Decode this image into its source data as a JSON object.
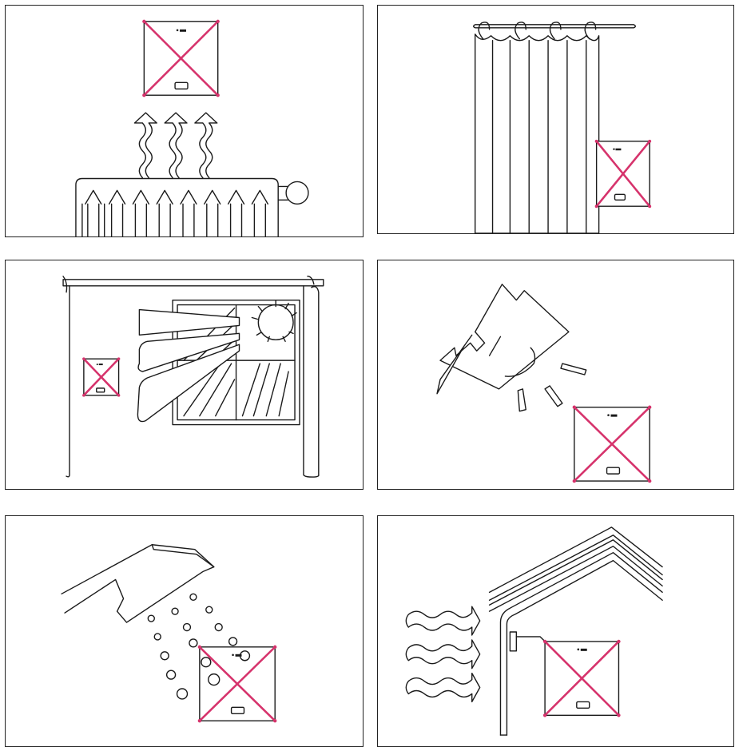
{
  "colors": {
    "accent": "#d6336c",
    "line": "#1a1a1a",
    "background": "#ffffff"
  },
  "panels": [
    {
      "id": "radiator",
      "icons": [
        "radiator-icon",
        "heat-wave-arrow-icon",
        "thermostat-icon",
        "crossed-out-icon"
      ]
    },
    {
      "id": "curtain",
      "icons": [
        "curtain-icon",
        "thermostat-icon",
        "crossed-out-icon"
      ]
    },
    {
      "id": "sunlight-window",
      "icons": [
        "curtain-icon",
        "window-icon",
        "sun-icon",
        "thermostat-icon",
        "crossed-out-icon"
      ]
    },
    {
      "id": "lamp",
      "icons": [
        "lamp-icon",
        "thermostat-icon",
        "crossed-out-icon"
      ]
    },
    {
      "id": "water-spray",
      "icons": [
        "shower-head-icon",
        "water-drops-icon",
        "thermostat-icon",
        "crossed-out-icon"
      ]
    },
    {
      "id": "outdoor-wind",
      "icons": [
        "house-roof-icon",
        "wind-icon",
        "thermostat-icon",
        "crossed-out-icon"
      ]
    }
  ]
}
